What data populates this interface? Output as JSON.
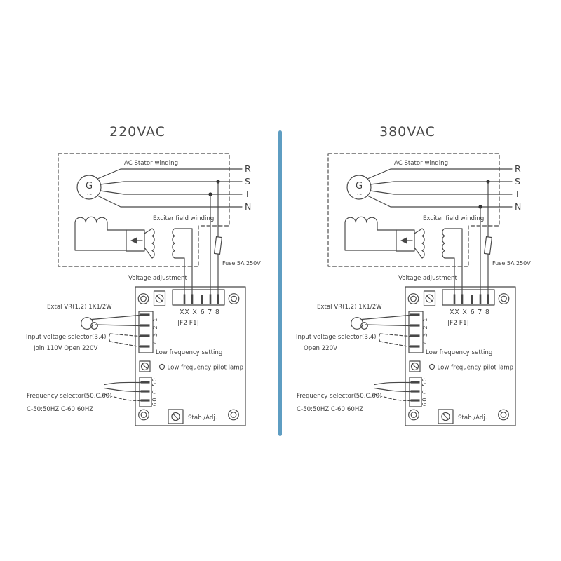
{
  "page": {
    "background": "#ffffff",
    "divider_color": "#5e9dc2",
    "line_color": "#474747"
  },
  "panels": [
    {
      "title": "220VAC",
      "stator_winding_label": "AC Stator winding",
      "generator_letter": "G",
      "generator_wave": "~",
      "phase_labels": [
        "R",
        "S",
        "T",
        "N"
      ],
      "exciter_label": "Exciter field winding",
      "fuse_label": "Fuse 5A 250V",
      "voltage_adjustment_label": "Voltage adjustment",
      "terminal_labels": "XX X 6 7 8",
      "terminal_sub_labels": "|F2 F1|",
      "external_vr_label": "Extal VR(1,2) 1K1/2W",
      "input_voltage_selector_label": "Input voltage selector(3,4)",
      "input_voltage_note": "Join 110V Open 220V",
      "connector_pin_labels": "4 3 2 1",
      "low_freq_setting_label": "Low frequency setting",
      "low_freq_lamp_label": "Low frequency pilot lamp",
      "frequency_selector_label": "Frequency selector(50,C,60)",
      "frequency_note": "C-50:50HZ C-60:60HZ",
      "frequency_pin_labels": "60 C 50",
      "stability_label": "Stab./Adj."
    },
    {
      "title": "380VAC",
      "stator_winding_label": "AC Stator winding",
      "generator_letter": "G",
      "generator_wave": "~",
      "phase_labels": [
        "R",
        "S",
        "T",
        "N"
      ],
      "exciter_label": "Exciter field winding",
      "fuse_label": "Fuse 5A 250V",
      "voltage_adjustment_label": "Voltage adjustment",
      "terminal_labels": "XX X 6 7 8",
      "terminal_sub_labels": "|F2 F1|",
      "external_vr_label": "Extal VR(1,2) 1K1/2W",
      "input_voltage_selector_label": "Input voltage selector(3,4)",
      "input_voltage_note": "Open 220V",
      "connector_pin_labels": "4 3 2 1",
      "low_freq_setting_label": "Low frequency setting",
      "low_freq_lamp_label": "Low frequency pilot lamp",
      "frequency_selector_label": "Frequency selector(50,C,60)",
      "frequency_note": "C-50:50HZ C-60:60HZ",
      "frequency_pin_labels": "60 C 50",
      "stability_label": "Stab./Adj."
    }
  ]
}
